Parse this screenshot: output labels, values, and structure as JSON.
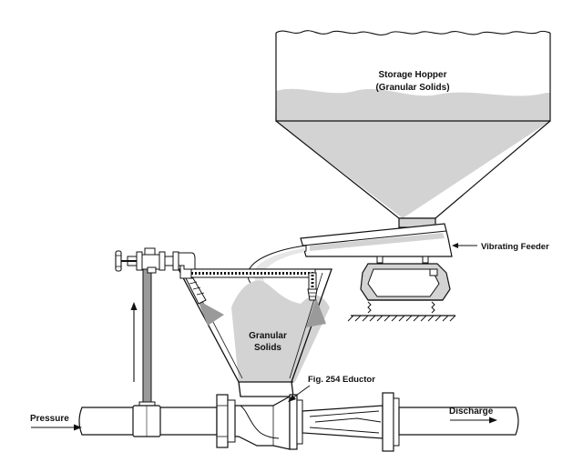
{
  "labels": {
    "hopper_line1": "Storage Hopper",
    "hopper_line2": "(Granular Solids)",
    "vibrating_feeder": "Vibrating Feeder",
    "solids_line1": "Granular",
    "solids_line2": "Solids",
    "eductor": "Fig. 254 Eductor",
    "pressure": "Pressure",
    "discharge": "Discharge"
  },
  "colors": {
    "line": "#111111",
    "solids": "#d3d3d3",
    "pipe_fill": "#ffffff",
    "riser_fill": "#9a9a9a"
  }
}
